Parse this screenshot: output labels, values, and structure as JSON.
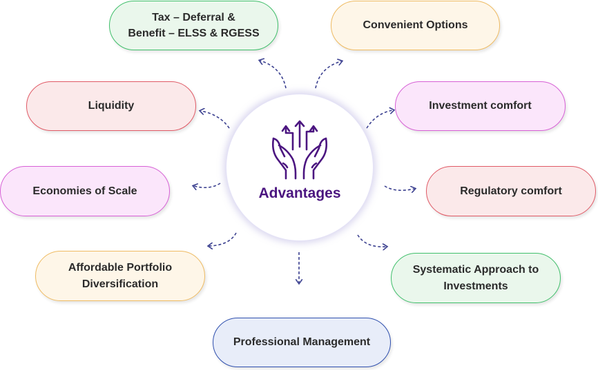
{
  "center": {
    "label": "Advantages",
    "icon": "hands-growth-icon",
    "accent": "#4b1580"
  },
  "items": [
    {
      "id": "tax",
      "label": "Tax – Deferral &\nBenefit – ELSS & RGESS",
      "bg": "#eaf7ec",
      "border": "#3fbf6a"
    },
    {
      "id": "convenient",
      "label": "Convenient Options",
      "bg": "#fef6e8",
      "border": "#efbb62"
    },
    {
      "id": "liquidity",
      "label": "Liquidity",
      "bg": "#fbe9ea",
      "border": "#e05a66"
    },
    {
      "id": "investment",
      "label": "Investment comfort",
      "bg": "#fbe6fb",
      "border": "#d760d6"
    },
    {
      "id": "economies",
      "label": "Economies of Scale",
      "bg": "#fbe6fb",
      "border": "#d760d6"
    },
    {
      "id": "regulatory",
      "label": "Regulatory comfort",
      "bg": "#fbe9ea",
      "border": "#e05a66"
    },
    {
      "id": "affordable",
      "label": "Affordable Portfolio\nDiversification",
      "bg": "#fef6e8",
      "border": "#efbb62"
    },
    {
      "id": "systematic",
      "label": "Systematic Approach to\nInvestments",
      "bg": "#eaf7ec",
      "border": "#3fbf6a"
    },
    {
      "id": "professional",
      "label": "Professional Management",
      "bg": "#e8edf9",
      "border": "#2e4fae"
    }
  ],
  "arrow_color": "#3a3f8f"
}
